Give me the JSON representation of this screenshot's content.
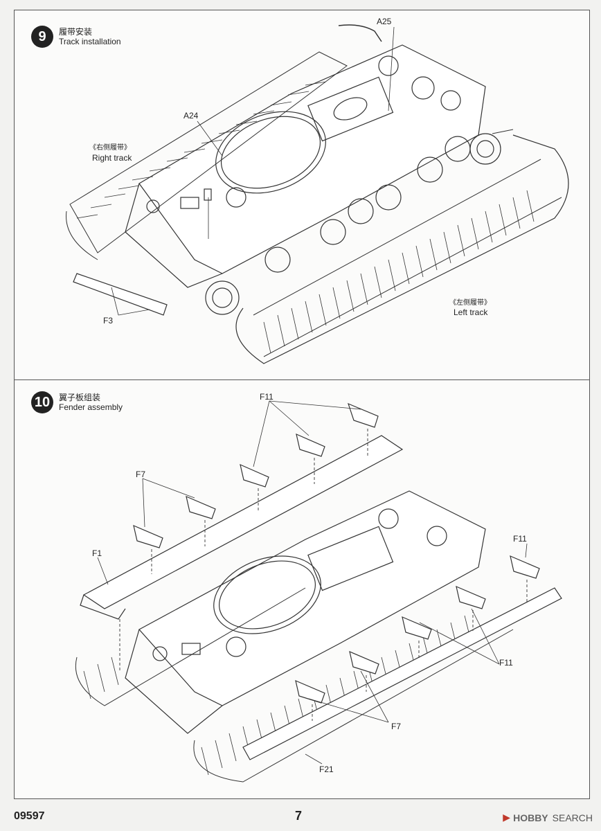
{
  "steps": [
    {
      "number": "9",
      "title_zh": "履带安装",
      "title_en": "Track installation",
      "callouts": {
        "a25": "A25",
        "a24": "A24",
        "right_track_zh": "《右侧履带》",
        "right_track_en": "Right track",
        "left_track_zh": "《左侧履带》",
        "left_track_en": "Left track",
        "f3": "F3"
      }
    },
    {
      "number": "10",
      "title_zh": "翼子板组装",
      "title_en": "Fender assembly",
      "callouts": {
        "f11_top": "F11",
        "f7_left": "F7",
        "f1": "F1",
        "f11_right": "F11",
        "f11_mid": "F11",
        "f7_bottom": "F7",
        "f21": "F21"
      }
    }
  ],
  "footer": {
    "kit_number": "09597",
    "page_number": "7",
    "logo_hobby": "HOBBY",
    "logo_search": "SEARCH"
  }
}
